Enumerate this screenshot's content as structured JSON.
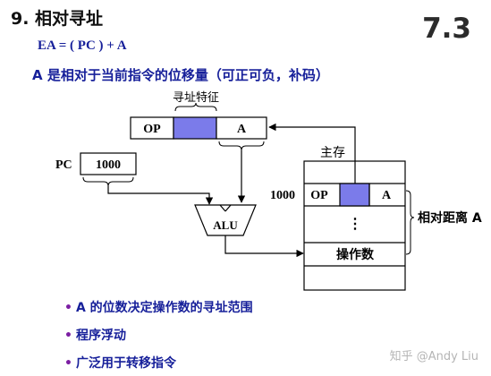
{
  "title": "9. 相对寻址",
  "section_number": "7.3",
  "formula": "EA = ( PC ) + A",
  "description": "A 是相对于当前指令的位移量（可正可负，补码）",
  "diagram": {
    "label_addr_feature": "寻址特征",
    "instr_op": "OP",
    "instr_a": "A",
    "pc_label": "PC",
    "pc_value": "1000",
    "alu_label": "ALU",
    "memory_label": "主存",
    "mem_addr": "1000",
    "mem_op": "OP",
    "mem_a": "A",
    "mem_dots": "⋮",
    "operand_label": "操作数",
    "distance_label": "相对距离 A",
    "colors": {
      "addr_feature_fill": "#7b7bea",
      "text_blue": "#17209a",
      "bullet": "#7c1fa3"
    }
  },
  "bullets": [
    "A 的位数决定操作数的寻址范围",
    "程序浮动",
    "广泛用于转移指令"
  ],
  "watermark": "知乎 @Andy Liu"
}
